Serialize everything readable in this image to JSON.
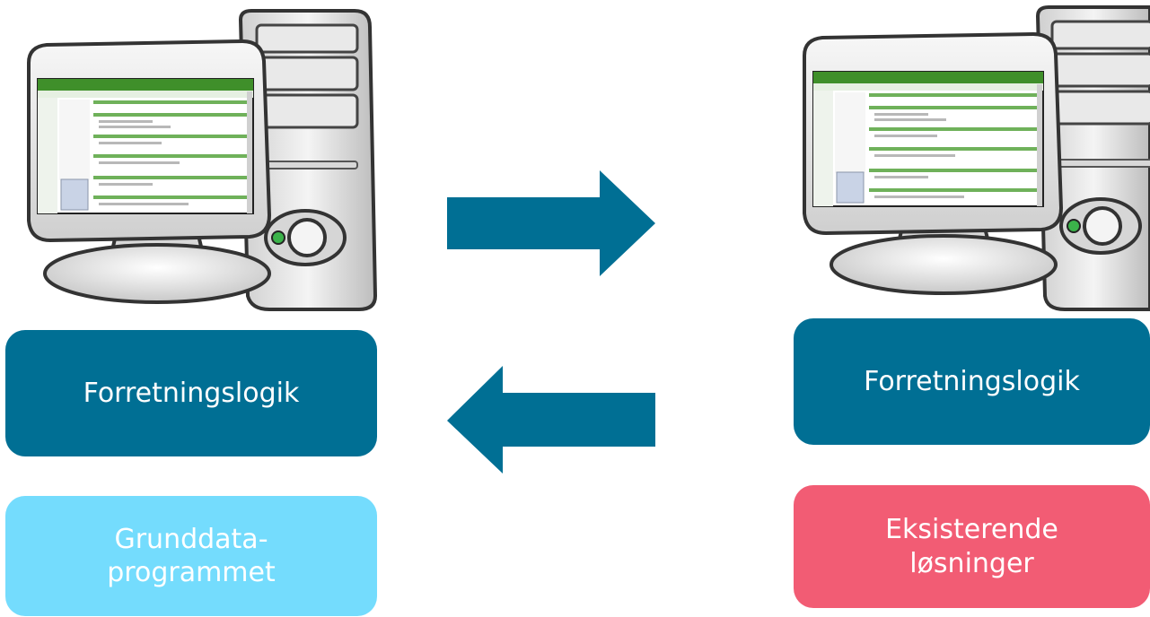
{
  "left": {
    "logic_label": "Forretningslogik",
    "source_label": "Grunddata-\nprogrammet"
  },
  "right": {
    "logic_label": "Forretningslogik",
    "source_label": "Eksisterende\nløsninger"
  },
  "colors": {
    "logic_box": "#006f94",
    "grunddata_box": "#74dcfd",
    "eksisterende_box": "#f25c74",
    "arrow": "#006f94",
    "screen_green": "#3f8f2a"
  },
  "icons": {
    "computer": "desktop-computer-icon",
    "arrow_right": "arrow-right-icon",
    "arrow_left": "arrow-left-icon"
  }
}
